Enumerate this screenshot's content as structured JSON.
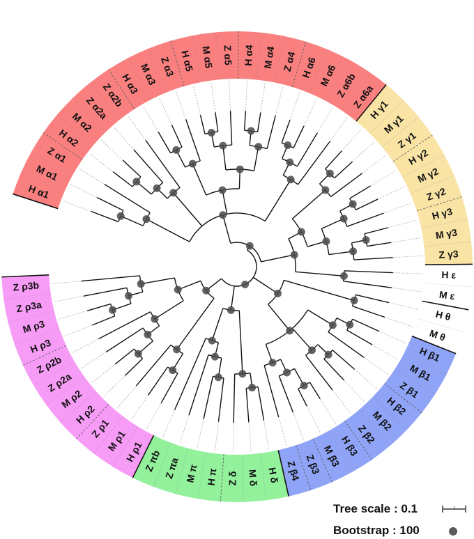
{
  "ring": {
    "groups": [
      {
        "name": "alpha",
        "color": "#fa8080",
        "subgroups": [
          [
            "H α1",
            "M α1",
            "Z α1"
          ],
          [
            "H α2",
            "M α2",
            "Z α2a",
            "Z α2b"
          ],
          [
            "H α3",
            "M α3",
            "Z α3"
          ],
          [
            "H α5",
            "M α5",
            "Z α5"
          ],
          [
            "H α4",
            "M α4",
            "Z α4"
          ],
          [
            "H α6",
            "M α6",
            "Z α6b",
            "Z α6a"
          ]
        ]
      },
      {
        "name": "gamma",
        "color": "#f9e4a6",
        "subgroups": [
          [
            "H γ1",
            "M γ1",
            "Z γ1"
          ],
          [
            "H γ2",
            "M γ2",
            "Z γ2"
          ],
          [
            "H γ3",
            "M γ3",
            "Z γ3"
          ]
        ]
      },
      {
        "name": "epsilon",
        "color": "#ffffff",
        "subgroups": [
          [
            "H ε",
            "M ε"
          ]
        ]
      },
      {
        "name": "theta",
        "color": "#ffffff",
        "subgroups": [
          [
            "H θ",
            "M θ"
          ]
        ]
      },
      {
        "name": "beta",
        "color": "#8fa4f7",
        "subgroups": [
          [
            "H β1",
            "M β1",
            "Z β1"
          ],
          [
            "H β2",
            "M β2",
            "Z β2"
          ],
          [
            "H β3",
            "M β3"
          ],
          [
            "Z β3"
          ],
          [
            "Z β4"
          ]
        ]
      },
      {
        "name": "delta-pi",
        "color": "#93f09b",
        "subgroups": [
          [
            "H δ",
            "M δ",
            "Z δ"
          ],
          [
            "H π",
            "M π",
            "Z πa",
            "Z πb"
          ]
        ]
      },
      {
        "name": "rho",
        "color": "#f79cf6",
        "subgroups": [
          [
            "H ρ1",
            "M ρ1",
            "Z ρ1"
          ],
          [
            "H ρ2",
            "M ρ2",
            "Z ρ2a",
            "Z ρ2b"
          ],
          [
            "H ρ3",
            "M ρ3",
            "Z ρ3a",
            "Z ρ3b"
          ]
        ]
      }
    ]
  },
  "tree": {
    "c": [
      {
        "b": 0.1,
        "c": [
          {
            "b": 0.12,
            "c": [
              {
                "b": 0.2,
                "c": [
                  {
                    "b": 0.1,
                    "c": [
                      {
                        "b": 0.12
                      },
                      {
                        "b": 0.12
                      }
                    ]
                  },
                  {
                    "b": 0.22
                  }
                ]
              },
              {
                "b": 0.18,
                "c": [
                  {
                    "b": 0.06,
                    "c": [
                      {
                        "b": 0.08,
                        "c": [
                          {
                            "b": 0.1
                          },
                          {
                            "b": 0.1
                          }
                        ]
                      },
                      {
                        "b": 0.18
                      }
                    ]
                  },
                  {
                    "b": 0.24
                  }
                ]
              },
              {
                "b": 0.1,
                "c": [
                  {
                    "b": 0.14,
                    "c": [
                      {
                        "b": 0.08,
                        "c": [
                          {
                            "b": 0.1
                          },
                          {
                            "b": 0.1
                          }
                        ]
                      },
                      {
                        "b": 0.18
                      }
                    ]
                  },
                  {
                    "b": 0.08,
                    "c": [
                      {
                        "b": 0.1,
                        "c": [
                          {
                            "b": 0.06,
                            "c": [
                              {
                                "b": 0.08
                              },
                              {
                                "b": 0.08
                              }
                            ]
                          },
                          {
                            "b": 0.14
                          }
                        ]
                      },
                      {
                        "b": 0.1,
                        "c": [
                          {
                            "b": 0.06,
                            "c": [
                              {
                                "b": 0.08
                              },
                              {
                                "b": 0.08
                              }
                            ]
                          },
                          {
                            "b": 0.14
                          }
                        ]
                      }
                    ]
                  }
                ]
              },
              {
                "b": 0.2,
                "c": [
                  {
                    "b": 0.06,
                    "c": [
                      {
                        "b": 0.06,
                        "c": [
                          {
                            "b": 0.1
                          },
                          {
                            "b": 0.1
                          }
                        ]
                      },
                      {
                        "b": 0.16
                      }
                    ]
                  },
                  {
                    "b": 0.22
                  }
                ]
              }
            ]
          },
          {
            "b": 0.14,
            "c": [
              {
                "b": 0.06,
                "c": [
                  {
                    "b": 0.18,
                    "c": [
                      {
                        "b": 0.06,
                        "c": [
                          {
                            "b": 0.1
                          },
                          {
                            "b": 0.1
                          }
                        ]
                      },
                      {
                        "b": 0.16
                      }
                    ]
                  },
                  {
                    "b": 0.08,
                    "c": [
                      {
                        "b": 0.1,
                        "c": [
                          {
                            "b": 0.06,
                            "c": [
                              {
                                "b": 0.1
                              },
                              {
                                "b": 0.1
                              }
                            ]
                          },
                          {
                            "b": 0.16
                          }
                        ]
                      },
                      {
                        "b": 0.1,
                        "c": [
                          {
                            "b": 0.06,
                            "c": [
                              {
                                "b": 0.1
                              },
                              {
                                "b": 0.1
                              }
                            ]
                          },
                          {
                            "b": 0.16
                          }
                        ]
                      }
                    ]
                  }
                ]
              },
              {
                "b": 0.2,
                "c": [
                  {
                    "b": 0.2
                  },
                  {
                    "b": 0.2
                  }
                ]
              }
            ]
          }
        ]
      },
      {
        "b": 0.08,
        "c": [
          {
            "b": 0.12,
            "c": [
              {
                "b": 0.3,
                "c": [
                  {
                    "b": 0.14
                  },
                  {
                    "b": 0.14
                  }
                ]
              },
              {
                "b": 0.14,
                "c": [
                  {
                    "b": 0.12,
                    "c": [
                      {
                        "b": 0.06,
                        "c": [
                          {
                            "b": 0.12
                          },
                          {
                            "b": 0.12
                          }
                        ]
                      },
                      {
                        "b": 0.18
                      }
                    ]
                  },
                  {
                    "b": 0.12,
                    "c": [
                      {
                        "b": 0.06,
                        "c": [
                          {
                            "b": 0.12
                          },
                          {
                            "b": 0.12
                          }
                        ]
                      },
                      {
                        "b": 0.18
                      }
                    ]
                  },
                  {
                    "b": 0.08,
                    "c": [
                      {
                        "b": 0.06,
                        "c": [
                          {
                            "b": 0.08,
                            "c": [
                              {
                                "b": 0.08
                              },
                              {
                                "b": 0.08
                              }
                            ]
                          },
                          {
                            "b": 0.16
                          }
                        ]
                      },
                      {
                        "b": 0.22
                      }
                    ]
                  }
                ]
              }
            ]
          },
          {
            "b": 0.1,
            "c": [
              {
                "b": 0.26,
                "c": [
                  {
                    "b": 0.06,
                    "c": [
                      {
                        "b": 0.14
                      },
                      {
                        "b": 0.14
                      }
                    ]
                  },
                  {
                    "b": 0.2
                  }
                ]
              },
              {
                "b": 0.14,
                "c": [
                  {
                    "b": 0.06,
                    "c": [
                      {
                        "b": 0.08,
                        "c": [
                          {
                            "b": 0.18
                          },
                          {
                            "b": 0.18
                          }
                        ]
                      },
                      {
                        "b": 0.26
                      }
                    ]
                  },
                  {
                    "b": 0.32
                  }
                ]
              }
            ]
          }
        ]
      },
      {
        "b": 0.16,
        "c": [
          {
            "b": 0.26,
            "c": [
              {
                "b": 0.08,
                "c": [
                  {
                    "b": 0.14
                  },
                  {
                    "b": 0.14
                  }
                ]
              },
              {
                "b": 0.22
              }
            ]
          },
          {
            "b": 0.1,
            "c": [
              {
                "b": 0.14,
                "c": [
                  {
                    "b": 0.06,
                    "c": [
                      {
                        "b": 0.08,
                        "c": [
                          {
                            "b": 0.1
                          },
                          {
                            "b": 0.1
                          }
                        ]
                      },
                      {
                        "b": 0.18
                      }
                    ]
                  },
                  {
                    "b": 0.24
                  }
                ]
              },
              {
                "b": 0.14,
                "c": [
                  {
                    "b": 0.06,
                    "c": [
                      {
                        "b": 0.08,
                        "c": [
                          {
                            "b": 0.1
                          },
                          {
                            "b": 0.1
                          }
                        ]
                      },
                      {
                        "b": 0.18
                      }
                    ]
                  },
                  {
                    "b": 0.24
                  }
                ]
              }
            ]
          }
        ]
      }
    ]
  },
  "legend": {
    "tree_scale_label": "Tree scale : 0.1",
    "tree_scale_value": 0.1,
    "bootstrap_label": "Bootstrap : 100"
  }
}
